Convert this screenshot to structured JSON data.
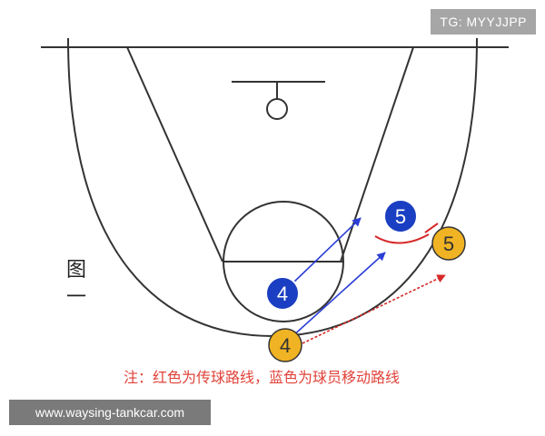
{
  "diagram": {
    "figure_label": [
      "图",
      "一"
    ],
    "note": "注：红色为传球路线，蓝色为球员移动路线",
    "players": [
      {
        "id": "blue-4",
        "number": "4",
        "role": "blue",
        "color": "#1a3fc2"
      },
      {
        "id": "blue-5",
        "number": "5",
        "role": "blue",
        "color": "#1a3fc2"
      },
      {
        "id": "yellow-4",
        "number": "4",
        "role": "yellow",
        "color": "#f0b323"
      },
      {
        "id": "yellow-5",
        "number": "5",
        "role": "yellow",
        "color": "#f0b323"
      }
    ],
    "colors": {
      "court_lines": "#333333",
      "pass_route": "#d62828",
      "movement_route": "#2b3fd6",
      "note_text": "#e0433a"
    }
  },
  "overlays": {
    "tag": "TG: MYYJJPP",
    "watermark": "www.waysing-tankcar.com"
  }
}
